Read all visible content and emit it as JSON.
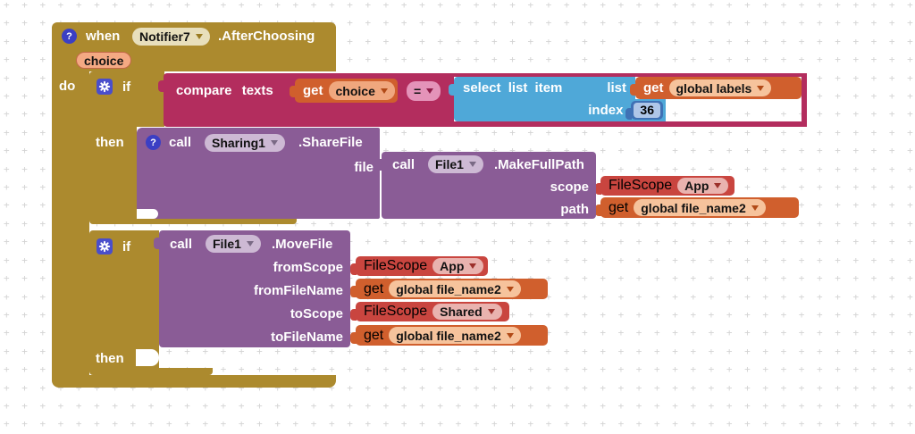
{
  "colors": {
    "olive": "#AC8A2E",
    "magenta": "#B32D5E",
    "purple": "#8A5C96",
    "cyan": "#4FA8D8",
    "orange": "#D05F2D",
    "red": "#C9453F",
    "blue": "#3F71B5",
    "grid": "#D4D4D4",
    "workspace": "#FFFFFF"
  },
  "workspace": {
    "grid_char": "+"
  },
  "icons": {
    "help": "?"
  },
  "when_block": {
    "keyword": "when",
    "component": "Notifier7",
    "event": ".AfterChoosing",
    "param": "choice",
    "do_label": "do"
  },
  "if1": {
    "keyword": "if",
    "then_label": "then"
  },
  "compare_block": {
    "label": "compare texts",
    "operator": "="
  },
  "get_choice": {
    "keyword": "get",
    "variable": "choice"
  },
  "select_block": {
    "label": "select list item",
    "list_label": "list",
    "index_label": "index",
    "index_value": "36"
  },
  "get_labels": {
    "keyword": "get",
    "variable": "global labels"
  },
  "share_block": {
    "keyword": "call",
    "component": "Sharing1",
    "method": ".ShareFile",
    "file_label": "file"
  },
  "makefullpath_block": {
    "keyword": "call",
    "component": "File1",
    "method": ".MakeFullPath",
    "scope_label": "scope",
    "path_label": "path"
  },
  "makefullpath_scope": {
    "label": "FileScope",
    "value": "App"
  },
  "makefullpath_path": {
    "keyword": "get",
    "variable": "global file_name2"
  },
  "if2": {
    "keyword": "if",
    "then_label": "then"
  },
  "move_block": {
    "keyword": "call",
    "component": "File1",
    "method": ".MoveFile",
    "from_scope_label": "fromScope",
    "from_name_label": "fromFileName",
    "to_scope_label": "toScope",
    "to_name_label": "toFileName"
  },
  "move_from_scope": {
    "label": "FileScope",
    "value": "App"
  },
  "move_from_name": {
    "keyword": "get",
    "variable": "global file_name2"
  },
  "move_to_scope": {
    "label": "FileScope",
    "value": "Shared"
  },
  "move_to_name": {
    "keyword": "get",
    "variable": "global file_name2"
  }
}
